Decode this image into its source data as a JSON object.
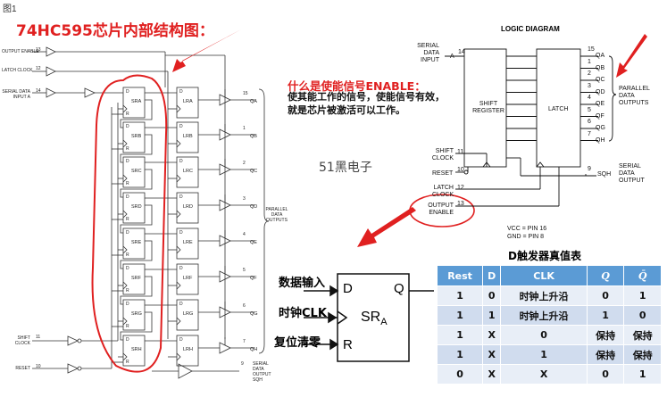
{
  "figure_label": "图1",
  "title": "74HC595芯片内部结构图：",
  "left_diagram": {
    "inputs": [
      "OUTPUT ENABLE",
      "LATCH CLOCK",
      "SERIAL DATA INPUT A",
      "SHIFT CLOCK",
      "RESET"
    ],
    "input_pins": [
      "13",
      "12",
      "14",
      "11",
      "10"
    ],
    "sr_labels": [
      "SRA",
      "SRB",
      "SRC",
      "SRD",
      "SRE",
      "SRF",
      "SRG",
      "SRH"
    ],
    "lr_labels": [
      "LRA",
      "LRB",
      "LRC",
      "LRD",
      "LRE",
      "LRF",
      "LRG",
      "LRH"
    ],
    "out_pins": [
      "15",
      "1",
      "2",
      "3",
      "4",
      "5",
      "6",
      "7"
    ],
    "out_names": [
      "QA",
      "QB",
      "QC",
      "QD",
      "QE",
      "QF",
      "QG",
      "QH"
    ],
    "parallel_label": "PARALLEL DATA OUTPUTS",
    "serial_out_pin": "9",
    "serial_out_label": "SERIAL DATA OUTPUT SQH"
  },
  "annotation": {
    "heading": "什么是使能信号ENABLE：",
    "line1": "使其能工作的信号，使能信号有效，",
    "line2": "就是芯片被激活可以工作。"
  },
  "watermark": "51黑电子",
  "logic_diagram": {
    "title": "LOGIC DIAGRAM",
    "serial_input": "SERIAL DATA INPUT",
    "pin_14": "14",
    "a_label": "A",
    "shift_register": "SHIFT REGISTER",
    "latch": "LATCH",
    "outputs": [
      "QA",
      "QB",
      "QC",
      "QD",
      "QE",
      "QF",
      "QG",
      "QH"
    ],
    "output_pins": [
      "15",
      "1",
      "2",
      "3",
      "4",
      "5",
      "6",
      "7"
    ],
    "parallel": "PARALLEL DATA OUTPUTS",
    "shift_clock": "SHIFT CLOCK",
    "pin_11": "11",
    "reset": "RESET",
    "pin_10": "10",
    "latch_clock": "LATCH CLOCK",
    "pin_12": "12",
    "output_enable": "OUTPUT ENABLE",
    "pin_13": "13",
    "pin_9": "9",
    "sqh": "SQH",
    "serial_out": "SERIAL DATA OUTPUT",
    "vcc": "VCC = PIN 16",
    "gnd": "GND = PIN 8"
  },
  "flipflop": {
    "title": "D触发器真值表",
    "data_input": "数据输入",
    "clock": "时钟CLK",
    "reset": "复位清零",
    "d": "D",
    "q": "Q",
    "r": "R",
    "sr": "SR",
    "sr_sub": "A"
  },
  "truth_table": {
    "headers": [
      "Rest",
      "D",
      "CLK",
      "Q",
      "Q̄"
    ],
    "rows": [
      [
        "1",
        "0",
        "时钟上升沿",
        "0",
        "1"
      ],
      [
        "1",
        "1",
        "时钟上升沿",
        "1",
        "0"
      ],
      [
        "1",
        "X",
        "0",
        "保持",
        "保持"
      ],
      [
        "1",
        "X",
        "1",
        "保持",
        "保持"
      ],
      [
        "0",
        "X",
        "X",
        "0",
        "1"
      ]
    ]
  },
  "colors": {
    "accent_red": "#e02020",
    "table_header": "#5b9bd5"
  }
}
